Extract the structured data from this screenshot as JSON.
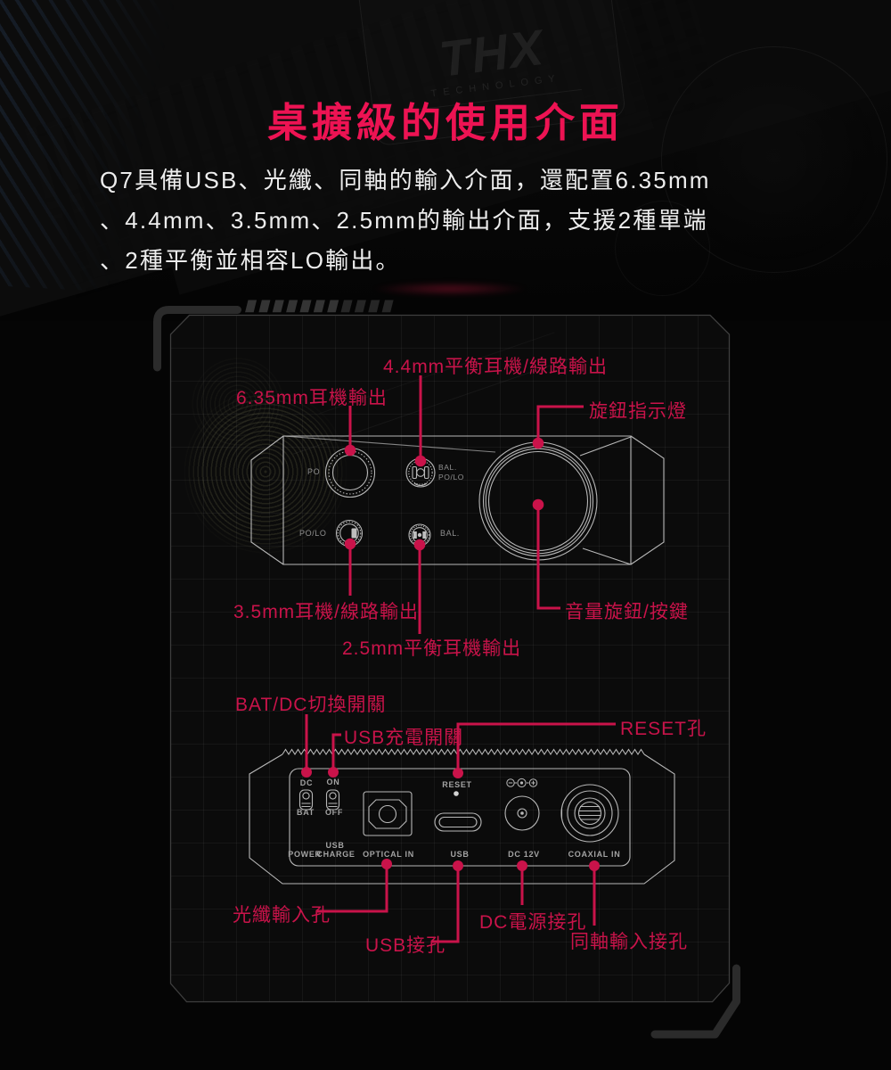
{
  "brand": {
    "logo": "THX",
    "sub": "TECHNOLOGY"
  },
  "title": "桌擴級的使用介面",
  "intro": {
    "line1": "Q7具備USB、光纖、同軸的輸入介面，還配置6.35mm",
    "line2": "、4.4mm、3.5mm、2.5mm的輸出介面，支援2種單端",
    "line3": "、2種平衡並相容LO輸出。"
  },
  "front_panel": {
    "callouts": {
      "balanced_44mm": "4.4mm平衡耳機/線路輸出",
      "headphone_635mm": "6.35mm耳機輸出",
      "knob_indicator": "旋鈕指示燈",
      "headphone_35mm": "3.5mm耳機/線路輸出",
      "volume_knob": "音量旋鈕/按鍵",
      "balanced_25mm": "2.5mm平衡耳機輸出"
    },
    "port_labels": {
      "po": "PO",
      "bal": "BAL.",
      "bal_po_lo": "PO/LO",
      "po_lo": "PO/LO",
      "bal_25": "BAL."
    }
  },
  "rear_panel": {
    "callouts": {
      "bat_dc_switch": "BAT/DC切換開關",
      "usb_charge_switch": "USB充電開關",
      "reset_hole": "RESET孔",
      "optical_input": "光纖輸入孔",
      "usb_port": "USB接孔",
      "dc_power": "DC電源接孔",
      "coaxial_input": "同軸輸入接孔"
    },
    "port_labels": {
      "dc": "DC",
      "on": "ON",
      "bat": "BAT",
      "off": "OFF",
      "power": "POWER",
      "usb_charge_1": "USB",
      "usb_charge_2": "CHARGE",
      "optical_in": "OPTICAL IN",
      "reset": "RESET",
      "usb": "USB",
      "dc_12v": "DC 12V",
      "coaxial_in": "COAXIAL IN"
    }
  },
  "colors": {
    "title_red": "#ed1353",
    "callout_red": "#c9134a",
    "line_gray": "#c6c6c6",
    "background": "#050505"
  }
}
